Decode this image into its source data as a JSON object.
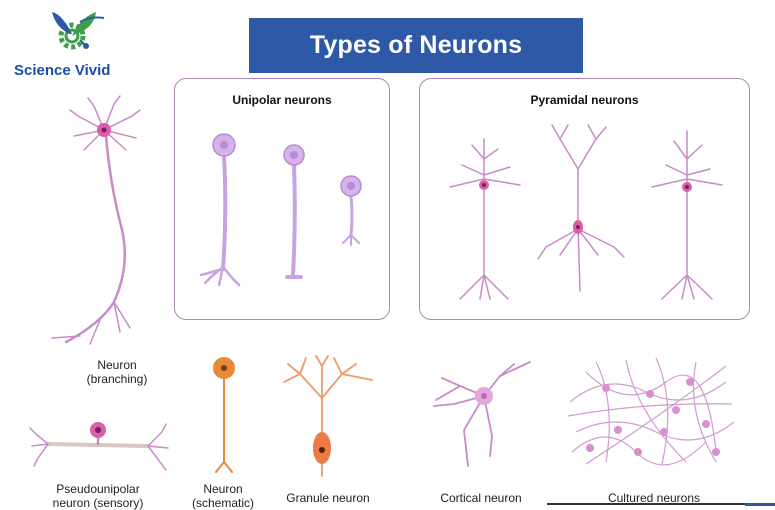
{
  "brand": {
    "name": "Science Vivid",
    "colors": {
      "blue": "#1e4ea3",
      "green": "#3aa14a",
      "accent": "#2d59a6"
    }
  },
  "title": "Types of Neurons",
  "panels": {
    "unipolar": {
      "title": "Unipolar neurons"
    },
    "pyramidal": {
      "title": "Pyramidal neurons"
    }
  },
  "labels": {
    "neuron_branching": [
      "Neuron",
      "(branching)"
    ],
    "pseudounipolar": [
      "Pseudounipolar",
      "neuron (sensory)"
    ],
    "neuron_schematic": [
      "Neuron",
      "(schematic)"
    ],
    "granule": "Granule neuron",
    "cortical": "Cortical neuron",
    "cultured": "Cultured neurons"
  },
  "colors": {
    "neuron_pink": "#c98ac9",
    "neuron_purple": "#c7a3e0",
    "soma_magenta": "#d95fa8",
    "nucleus": "#7a1f5a",
    "orange": "#e88a3a",
    "granule_soma": "#ec7a45",
    "panel_border": "#b385b6"
  }
}
